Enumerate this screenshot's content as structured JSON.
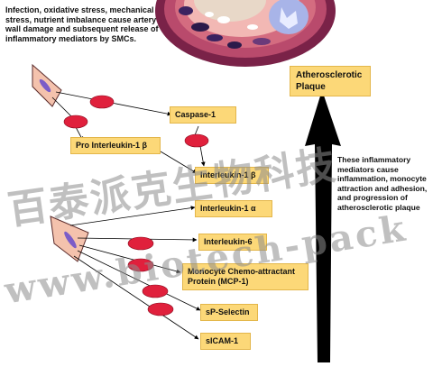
{
  "intro": "Infection, oxidative stress, mechanical stress, nutrient imbalance cause artery wall damage and subsequent release of inflammatory mediators by SMCs.",
  "plaque_label": "Atherosclerotic Plaque",
  "nodes": {
    "caspase1": "Caspase-1",
    "pro_il1b": "Pro Interleukin-1 β",
    "il1b": "Interleukin-1 β",
    "il1a": "Interleukin-1 α",
    "il6": "Interleukin-6",
    "mcp1": "Monocyte Chemo-attractant Protein (MCP-1)",
    "sp_selectin": "sP-Selectin",
    "sicam1": "sICAM-1"
  },
  "description": "These inflammatory mediators cause inflammation, monocyte attraction and adhesion, and progression of atherosclerotic plaque",
  "watermark": {
    "line1": "百泰派克生物科技",
    "line2": "www.biotech-pack"
  },
  "colors": {
    "box_fill": "#fcd878",
    "ellipse_fill": "#e0203c",
    "arrow": "#000000",
    "cell_fill": "#f4c2ad"
  }
}
